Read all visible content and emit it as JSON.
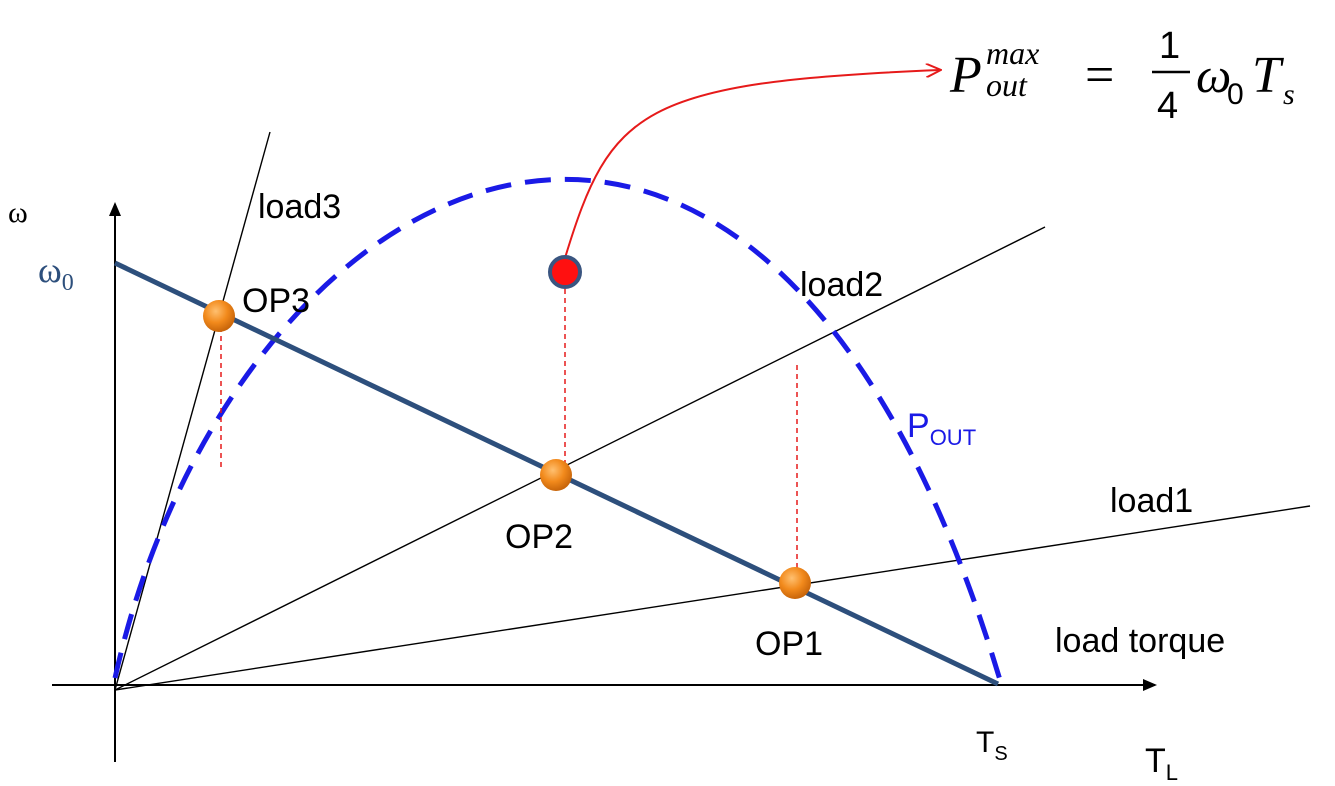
{
  "formula": {
    "symbol": "P",
    "superscript": "max",
    "subscript": "out",
    "equals": "=",
    "numerator": "1",
    "denominator": "4",
    "omega": "ω",
    "omega_subscript": "0",
    "torque_symbol": "T",
    "torque_subscript": "s"
  },
  "axes": {
    "y_label": "ω",
    "omega0_main": "ω",
    "omega0_sub": "0",
    "x_label_main": "T",
    "x_label_sub": "L",
    "ts_main": "T",
    "ts_sub": "S"
  },
  "labels": {
    "load1": "load1",
    "load2": "load2",
    "load3": "load3",
    "load_torque": "load torque",
    "pout_main": "P",
    "pout_sub": "OUT"
  },
  "operating_points": [
    {
      "label": "OP1"
    },
    {
      "label": "OP2"
    },
    {
      "label": "OP3"
    }
  ],
  "colors": {
    "motor_line": "#2d4f7c",
    "power_curve": "#1a1ae6",
    "op_point": "#f28a1c",
    "max_point": "#ff1010",
    "max_point_ring": "#3a5580",
    "arrow": "#e61a1a",
    "drop_line": "#e61a1a",
    "omega0_label": "#2d4f7c",
    "pout_label": "#1a1ae6"
  }
}
